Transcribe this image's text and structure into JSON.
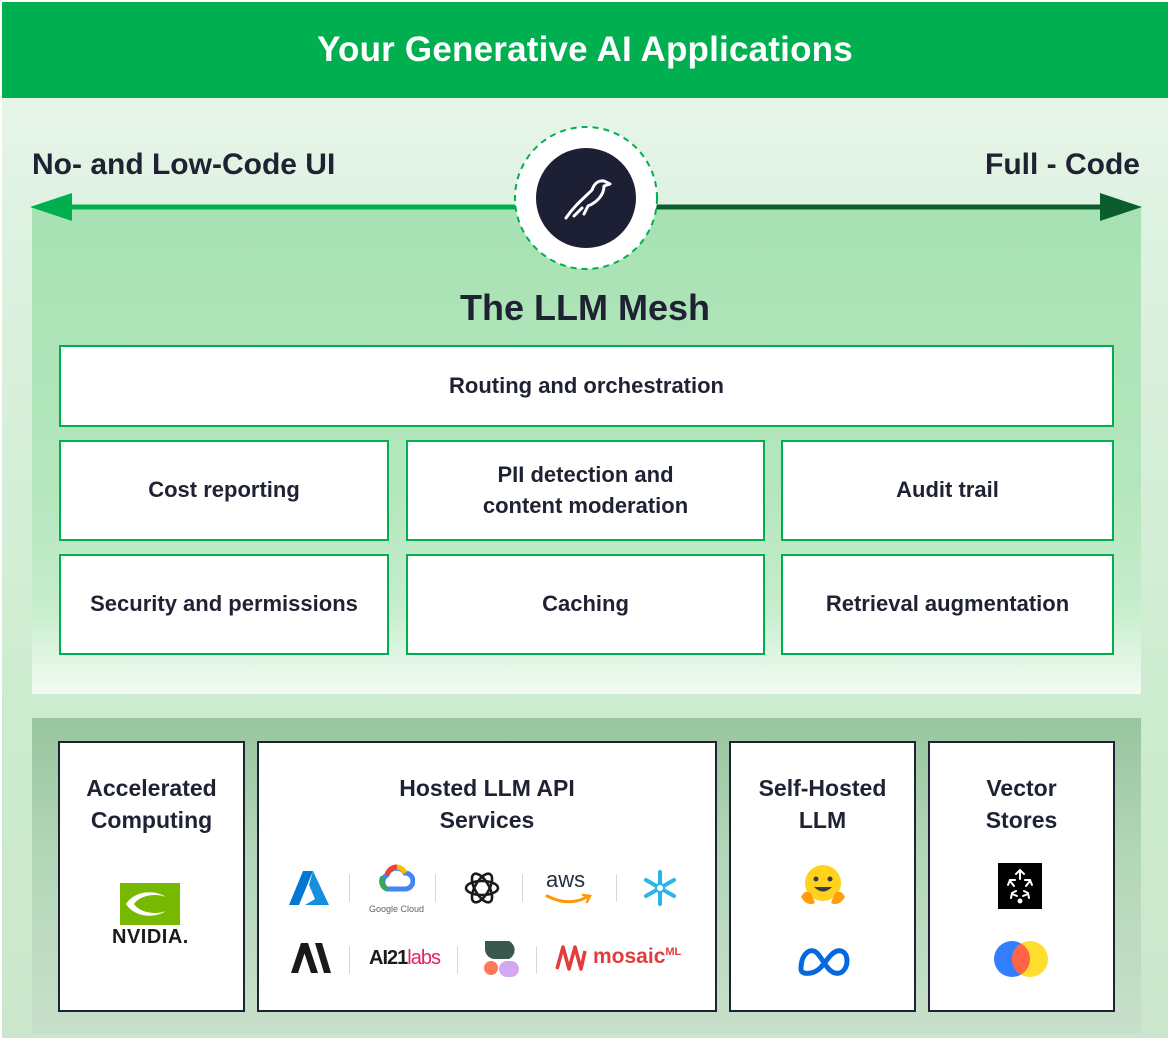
{
  "header": {
    "title": "Your Generative AI Applications"
  },
  "spectrum": {
    "left_label": "No- and Low-Code UI",
    "right_label": "Full - Code"
  },
  "mesh": {
    "title": "The LLM Mesh",
    "features": [
      "Routing and orchestration",
      "Cost reporting",
      "PII detection and content moderation",
      "Audit trail",
      "Security and permissions",
      "Caching",
      "Retrieval augmentation"
    ]
  },
  "providers": {
    "accelerated": {
      "title": "Accelerated Computing",
      "logos": {
        "nvidia": "NVIDIA."
      }
    },
    "hosted": {
      "title": "Hosted LLM API Services",
      "logos": {
        "google_cloud": "Google Cloud",
        "aws": "aws",
        "ai21": "AI21",
        "ai21_suffix": "labs",
        "mosaic": "mosaic",
        "mosaic_suffix": "ML"
      }
    },
    "self_hosted": {
      "title": "Self-Hosted LLM"
    },
    "vector": {
      "title": "Vector Stores"
    }
  },
  "colors": {
    "brand_green": "#00b050",
    "dark_green": "#0a5e2e",
    "text_dark": "#1f2233",
    "azure_blue": "#0078d4",
    "snowflake_blue": "#29b5e8",
    "meta_blue": "#0668e1",
    "mosaic_red": "#e23c3c"
  },
  "icons": [
    "bird-logo-icon",
    "azure-icon",
    "google-cloud-icon",
    "openai-icon",
    "aws-icon",
    "snowflake-icon",
    "anthropic-icon",
    "ai21-icon",
    "cohere-icon",
    "mosaicml-icon",
    "nvidia-icon",
    "huggingface-icon",
    "meta-icon",
    "pinecone-icon",
    "chroma-icon"
  ]
}
